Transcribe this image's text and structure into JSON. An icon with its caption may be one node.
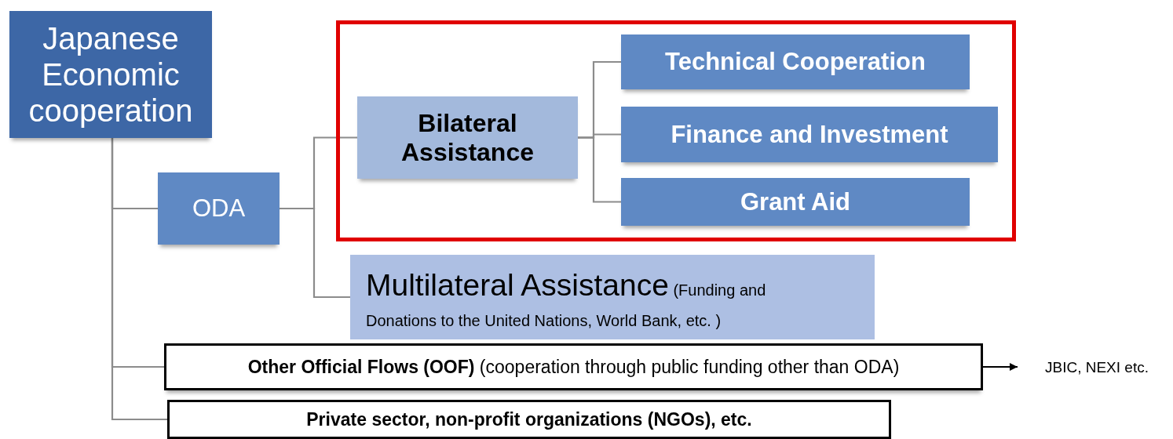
{
  "diagram": {
    "nodes": [
      {
        "text": [
          "Japanese Economic cooperation"
        ]
      },
      {
        "text": [
          "ODA"
        ]
      },
      {
        "text": [],
        "shape": "box"
      },
      {
        "text": [
          "Bilateral Assistance"
        ],
        "in": 2
      },
      {
        "text": [
          "Technical Cooperation"
        ],
        "in": 2
      },
      {
        "text": [
          "Finance and Investment"
        ],
        "in": 2
      },
      {
        "text": [
          "Grant Aid"
        ],
        "in": 2
      },
      {
        "text": [
          "Multilateral Assistance",
          "(Funding and Donations to the United Nations, World Bank, etc. )"
        ]
      },
      {
        "text": [
          "**Other Official Flows (OOF)** (cooperation through public funding other than ODA)"
        ]
      },
      {
        "text": [
          "JBIC, NEXI  etc."
        ]
      },
      {
        "text": [
          "Private sector, non-profit organizations (NGOs), etc."
        ]
      }
    ],
    "edges": [
      {
        "from": 0,
        "to": 1,
        "arrow": "none"
      },
      {
        "from": 0,
        "to": 8,
        "arrow": "none"
      },
      {
        "from": 0,
        "to": 10,
        "arrow": "none"
      },
      {
        "from": 1,
        "to": 3,
        "arrow": "none"
      },
      {
        "from": 1,
        "to": 7,
        "arrow": "none"
      },
      {
        "from": 3,
        "to": 4,
        "arrow": "none"
      },
      {
        "from": 3,
        "to": 5,
        "arrow": "none"
      },
      {
        "from": 3,
        "to": 6,
        "arrow": "none"
      },
      {
        "from": 8,
        "to": 9,
        "arrow": "to",
        "color": "#000000"
      }
    ]
  }
}
